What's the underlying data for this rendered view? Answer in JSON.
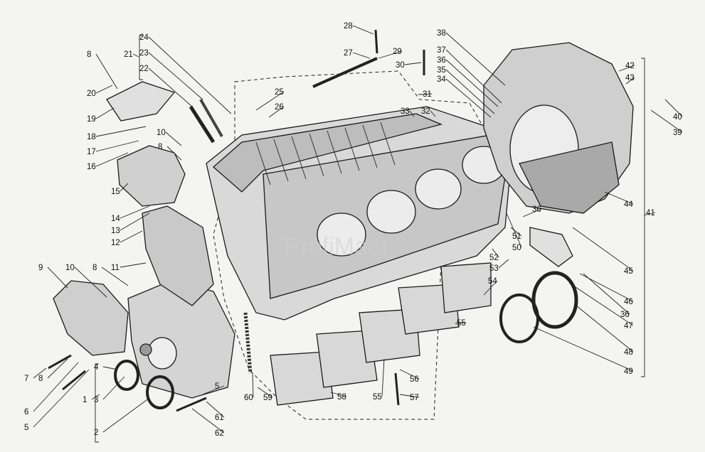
{
  "diagram": {
    "watermark": "ProfiMaш",
    "callouts": [
      "1",
      "2",
      "3",
      "4",
      "5",
      "6",
      "7",
      "8",
      "9",
      "10",
      "11",
      "12",
      "13",
      "14",
      "15",
      "16",
      "17",
      "18",
      "19",
      "20",
      "21",
      "22",
      "23",
      "24",
      "25",
      "26",
      "27",
      "28",
      "29",
      "30",
      "31",
      "32",
      "33",
      "34",
      "35",
      "36",
      "37",
      "38",
      "39",
      "40",
      "41",
      "42",
      "43",
      "44",
      "45",
      "46",
      "47",
      "48",
      "49",
      "50",
      "51",
      "52",
      "53",
      "54",
      "55",
      "56",
      "57",
      "58",
      "59",
      "60",
      "61",
      "62"
    ]
  }
}
